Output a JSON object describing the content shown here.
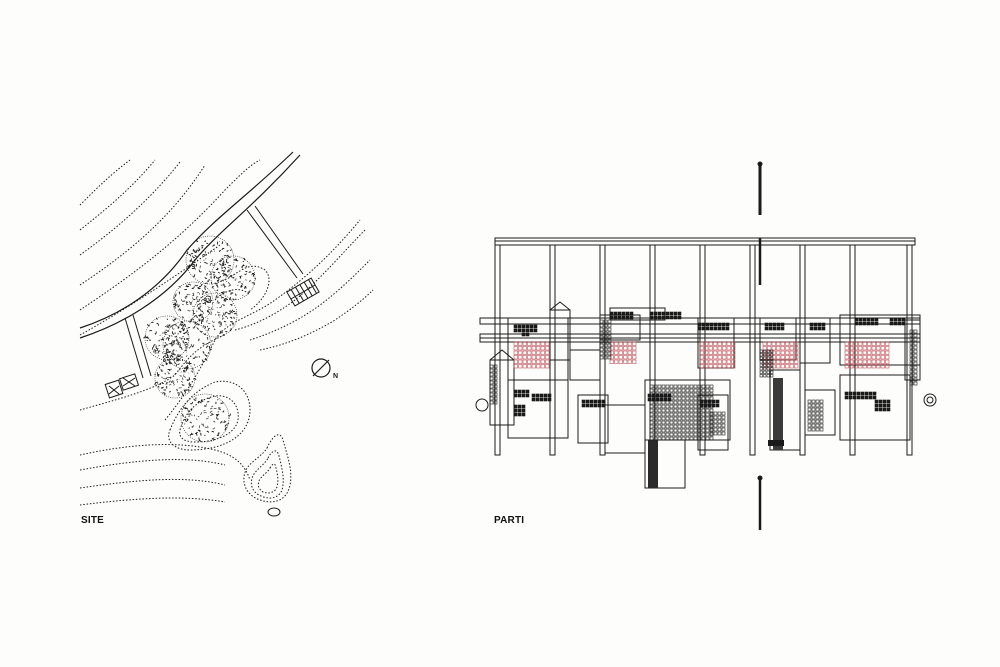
{
  "site": {
    "caption": "SITE"
  },
  "parti": {
    "caption": "PARTI"
  },
  "colors": {
    "ink": "#1a1a1a",
    "paper": "#fdfdfb",
    "red_grid": "#c0505a"
  },
  "icons": {
    "north_arrow": "north-arrow-icon",
    "north_label": "N"
  }
}
